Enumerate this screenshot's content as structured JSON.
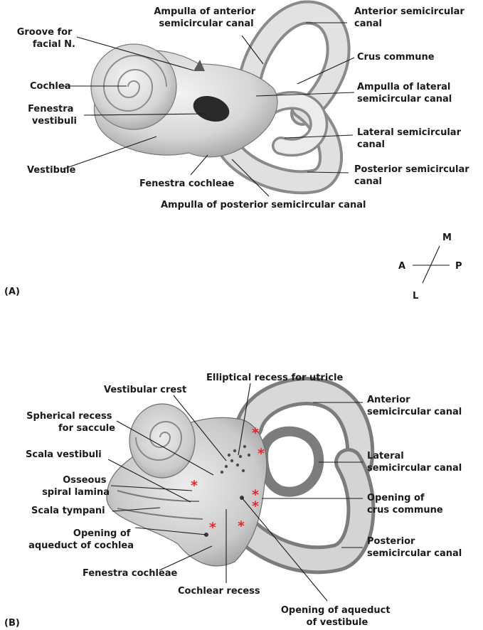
{
  "colors": {
    "asterisk": "#e8262b",
    "bone": "#d9d9d9",
    "ink": "#1a1a1a"
  },
  "panel_a": {
    "tag": "(A)",
    "labels": {
      "ampulla_anterior": [
        "Ampulla of anterior",
        "semicircular canal"
      ],
      "anterior_canal": [
        "Anterior semicircular",
        "canal"
      ],
      "groove_facial": [
        "Groove for",
        "facial N."
      ],
      "crus_commune": "Crus commune",
      "cochlea": "Cochlea",
      "ampulla_lateral": [
        "Ampulla of lateral",
        "semicircular canal"
      ],
      "fenestra_vestibuli": [
        "Fenestra",
        "vestibuli"
      ],
      "lateral_canal": [
        "Lateral semicircular",
        "canal"
      ],
      "vestibule": "Vestibule",
      "posterior_canal": [
        "Posterior semicircular",
        "canal"
      ],
      "fenestra_cochleae": "Fenestra cochleae",
      "ampulla_posterior": "Ampulla of posterior semicircular canal"
    },
    "orientation": {
      "m": "M",
      "a": "A",
      "p": "P",
      "l": "L"
    }
  },
  "panel_b": {
    "tag": "(B)",
    "asterisk": "*",
    "labels": {
      "elliptical_recess": "Elliptical recess for utricle",
      "vestibular_crest": "Vestibular crest",
      "anterior_canal": [
        "Anterior",
        "semicircular canal"
      ],
      "spherical_recess": [
        "Spherical recess",
        "for saccule"
      ],
      "lateral_canal": [
        "Lateral",
        "semicircular canal"
      ],
      "scala_vestibuli": "Scala vestibuli",
      "osseous_lamina": [
        "Osseous",
        "spiral lamina"
      ],
      "opening_crus": [
        "Opening of",
        "crus commune"
      ],
      "scala_tympani": "Scala tympani",
      "opening_aqueduct_cochlea": [
        "Opening of",
        "aqueduct of cochlea"
      ],
      "posterior_canal": [
        "Posterior",
        "semicircular canal"
      ],
      "fenestra_cochleae": "Fenestra cochleae",
      "cochlear_recess": "Cochlear recess",
      "opening_aqueduct_vestibule": [
        "Opening of aqueduct",
        "of vestibule"
      ]
    }
  }
}
